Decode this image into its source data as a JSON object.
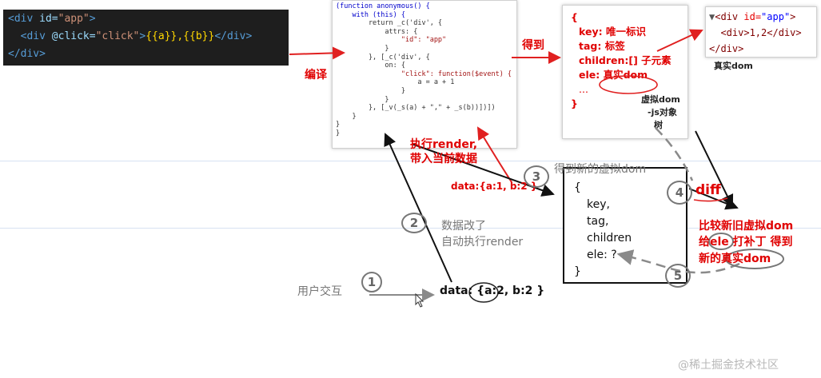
{
  "template_code": {
    "line1_open": "<div",
    "line1_attr": " id=",
    "line1_val": "\"app\"",
    "line1_close": ">",
    "line2_open": "  <div",
    "line2_attr": " @click=",
    "line2_val": "\"click\"",
    "line2_gt": ">",
    "line2_mustache": "{{a}},{{b}}",
    "line2_end": "</div>",
    "line3": "</div>"
  },
  "render_code": {
    "l1": "(function anonymous() {",
    "l2": "    with (this) {",
    "l3": "        return _c('div', {",
    "l4": "            attrs: {",
    "l5": "                \"id\": \"app\"",
    "l6": "            }",
    "l7": "        }, [_c('div', {",
    "l8": "            on: {",
    "l9": "                \"click\": function($event) {",
    "l10": "                    a = a + 1",
    "l11": "                }",
    "l12": "            }",
    "l13": "        }, [_v(_s(a) + \",\" + _s(b))])])",
    "l14": "    }",
    "l15": "}",
    "l16": "}"
  },
  "vdom": {
    "open": "{",
    "key": "key: 唯一标识",
    "tag": "tag: 标签",
    "children": "children:[] 子元素",
    "ele_prefix": "ele: ",
    "ele_value": "真实dom",
    "dots": "...",
    "close": "}",
    "note1": "虚拟dom",
    "note2": "-js对象",
    "note3": "树"
  },
  "real_dom": {
    "l1_tri": "▼",
    "l1_tag": "<div",
    "l1_attr": " id=",
    "l1_val": "\"app\"",
    "l1_close": ">",
    "l2": "  <div>1,2</div>",
    "l3": "</div>",
    "caption": "真实dom"
  },
  "new_vdom": {
    "open": "{",
    "key": "key,",
    "tag": "tag,",
    "children": "children",
    "ele": "ele: ?",
    "close": "}"
  },
  "labels": {
    "compile": "编译",
    "got": "得到",
    "exec_render_1": "执行render,",
    "exec_render_2": "带入当前数据",
    "data_old": "data:{a:1, b:2 }",
    "got_new_vdom": "得到新的虚拟dom",
    "data_changed_1": "数据改了",
    "data_changed_2": "自动执行render",
    "diff": "diff",
    "compare_1": "比较新旧虚拟dom",
    "compare_2": "给ele 打补丁 得到",
    "compare_3": "新的真实dom",
    "user_interact": "用户交互",
    "data_new_prefix": "data: {",
    "data_new_a": "a:2,",
    "data_new_b": " b:2 }",
    "watermark": "@稀土掘金技术社区"
  },
  "steps": [
    "1",
    "2",
    "3",
    "4",
    "5"
  ],
  "colors": {
    "arrow_red": "#e02020",
    "arrow_black": "#111111",
    "dashed_gray": "#8a8a8a",
    "editor_bg": "#1e1e1e"
  }
}
